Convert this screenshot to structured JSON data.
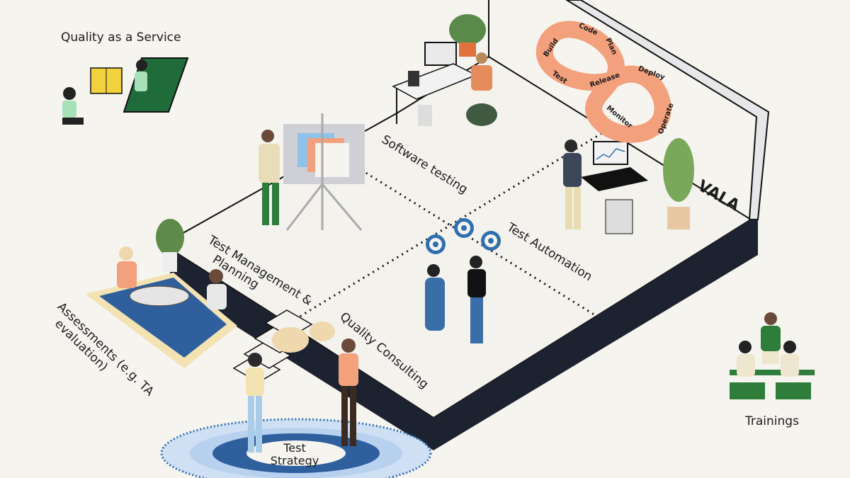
{
  "header": {
    "qaas_title": "Quality as a Service"
  },
  "brand": {
    "name": "VALA"
  },
  "areas": {
    "software_testing": "Software testing",
    "test_automation": "Test Automation",
    "test_management_line1": "Test Management &",
    "test_management_line2": "Planning",
    "quality_consulting": "Quality Consulting",
    "assessments_line1": "Assessments (e.g. TA",
    "assessments_line2": "evaluation)",
    "test_strategy_line1": "Test",
    "test_strategy_line2": "Strategy",
    "trainings": "Trainings"
  },
  "devops_cycle": {
    "stages": [
      "Code",
      "Plan",
      "Build",
      "Test",
      "Release",
      "Deploy",
      "Operate",
      "Monitor"
    ]
  },
  "colors": {
    "background": "#f6f4ef",
    "platform_top": "#f4f2ed",
    "platform_side": "#1d2230",
    "accent_salmon": "#f3a17c",
    "accent_blue": "#2f6fb0",
    "accent_green": "#2e7d3a",
    "accent_yellow": "#f2d23c"
  }
}
